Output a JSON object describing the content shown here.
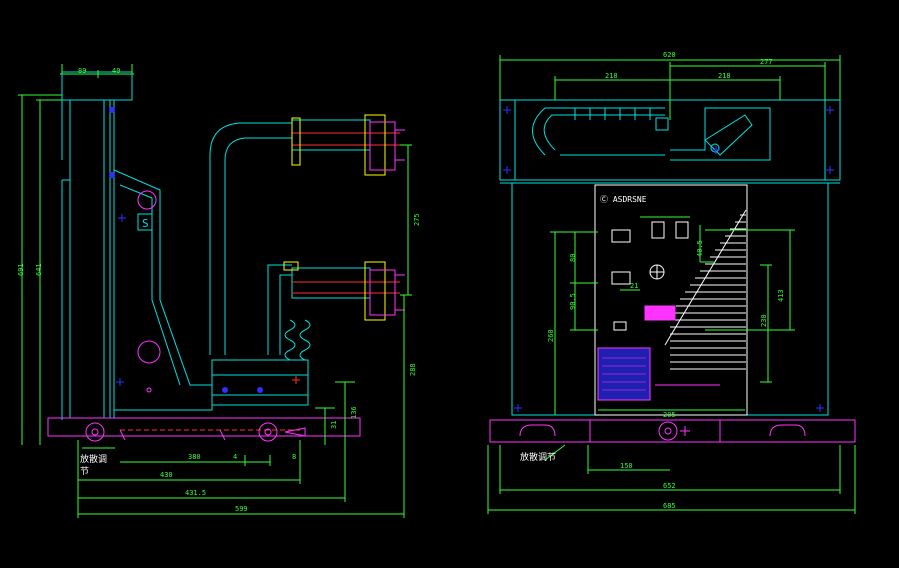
{
  "colors": {
    "background": "#000000",
    "outline": "#00e0e0",
    "dimension": "#33ff33",
    "accent": "#ff33ff",
    "contacts": "#ffff00",
    "red": "#ff3030",
    "blue": "#3030ff",
    "white": "#ffffff"
  },
  "side_view": {
    "dims": {
      "top_a": "89",
      "top_b": "40",
      "height_total": "691",
      "height_inner": "641",
      "contact_spacing": "275",
      "lower_height": "288",
      "base_height": "136",
      "foot": "31",
      "bottom_a": "380",
      "bottom_b": "4",
      "bottom_c": "8",
      "w1": "430",
      "w2": "431.5",
      "w3": "599"
    },
    "note_line1": "放散调",
    "note_line2": "节"
  },
  "front_view": {
    "dims": {
      "top_total": "620",
      "top_right": "277",
      "half_left": "218",
      "half_right": "218",
      "h_total": "260",
      "h_mid": "413",
      "h_left": "80",
      "h_left2": "90.5",
      "h_right": "230",
      "inner_a": "40.5",
      "panel_width": "205",
      "small_a": "21",
      "offset": "150",
      "bottom_a": "652",
      "bottom_b": "685"
    },
    "note": "放散调节",
    "panel_logo": "Ⓒ ASDRSNE"
  }
}
